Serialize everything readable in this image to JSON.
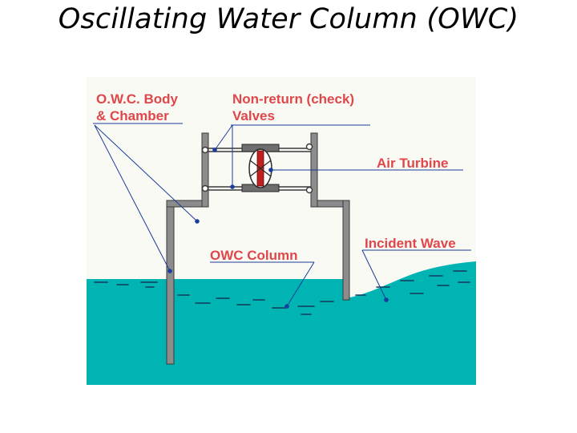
{
  "slide": {
    "title": "Oscillating Water Column (OWC)"
  },
  "diagram": {
    "labels": {
      "owc_body_line1": "O.W.C. Body",
      "owc_body_line2": "& Chamber",
      "check_valves_line1": "Non-return (check)",
      "check_valves_line2": "Valves",
      "air_turbine": "Air Turbine",
      "owc_column": "OWC Column",
      "incident_wave": "Incident Wave"
    },
    "colors": {
      "label_text": "#e0464a",
      "leader_line": "#1a3c9c",
      "leader_dot": "#1a3c9c",
      "background_panel": "#fafaf4",
      "water": "#00b4b4",
      "water_marks": "#123a5a",
      "structure": "#8c8c8c",
      "structure_outline": "#3a3a3a",
      "turbine_blade": "#c0201e"
    }
  }
}
